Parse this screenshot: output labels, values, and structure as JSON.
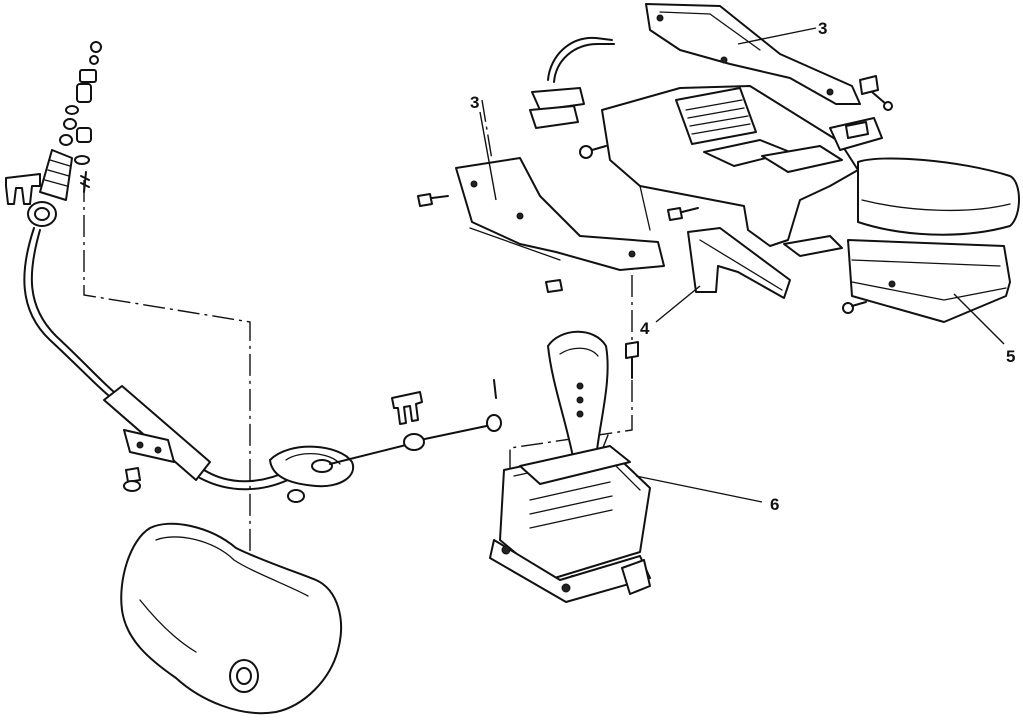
{
  "labels": {
    "l3_upper": "3",
    "l3_left": "3",
    "l4": "4",
    "l5": "5",
    "l6": "6"
  }
}
